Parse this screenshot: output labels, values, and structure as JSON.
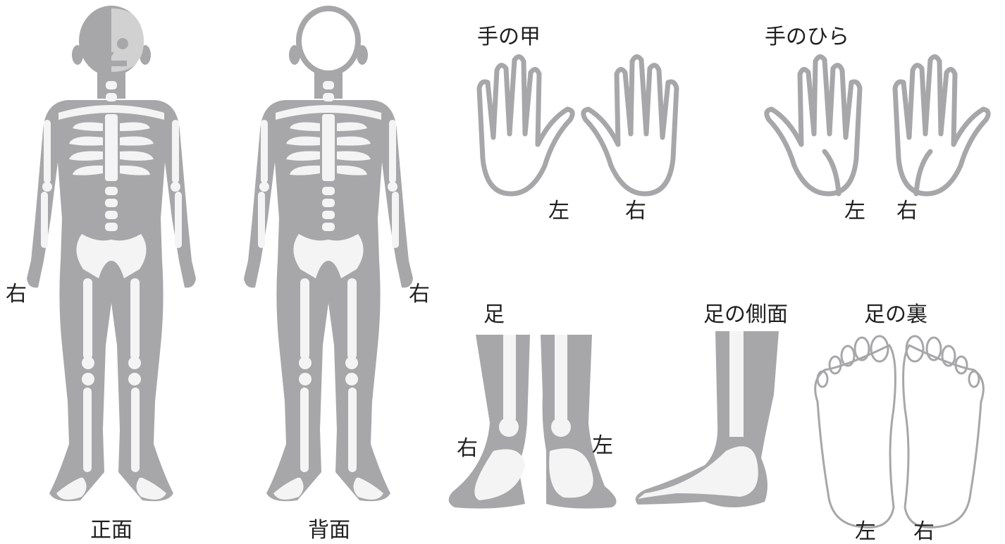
{
  "labels": {
    "front": "正面",
    "back": "背面",
    "front_side": "右",
    "back_side": "右",
    "hand_back_title": "手の甲",
    "hand_back_left": "左",
    "hand_back_right": "右",
    "palm_title": "手のひら",
    "palm_left": "左",
    "palm_right": "右",
    "foot_title": "足",
    "foot_right": "右",
    "foot_left": "左",
    "foot_side_title": "足の側面",
    "sole_title": "足の裏",
    "sole_left": "左",
    "sole_right": "右"
  },
  "colors": {
    "flesh": "#a7a7a9",
    "bone": "#f4f4f4",
    "background": "#ffffff",
    "text": "#1f1f1f"
  }
}
